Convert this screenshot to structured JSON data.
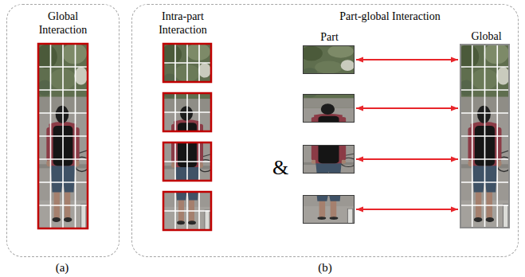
{
  "diagram": {
    "nodes": [
      {
        "text": [
          "Global Interaction"
        ]
      },
      {
        "text": [
          "Intra-part Interaction",
          "Part-global Interaction"
        ]
      },
      {
        "text": [
          "Part"
        ],
        "in": 1
      },
      {
        "text": [],
        "in": 1
      },
      {
        "text": [],
        "in": 1
      },
      {
        "text": [],
        "in": 1
      },
      {
        "text": [
          "Global"
        ],
        "in": 1
      }
    ],
    "edges": [
      {
        "from": 2,
        "to": 6,
        "arrow": "both"
      },
      {
        "from": 3,
        "to": 6,
        "arrow": "both"
      },
      {
        "from": 4,
        "to": 6,
        "arrow": "both"
      },
      {
        "from": 5,
        "to": 6,
        "arrow": "both"
      }
    ],
    "labels": [
      "&",
      "(a)",
      "(b)"
    ]
  }
}
